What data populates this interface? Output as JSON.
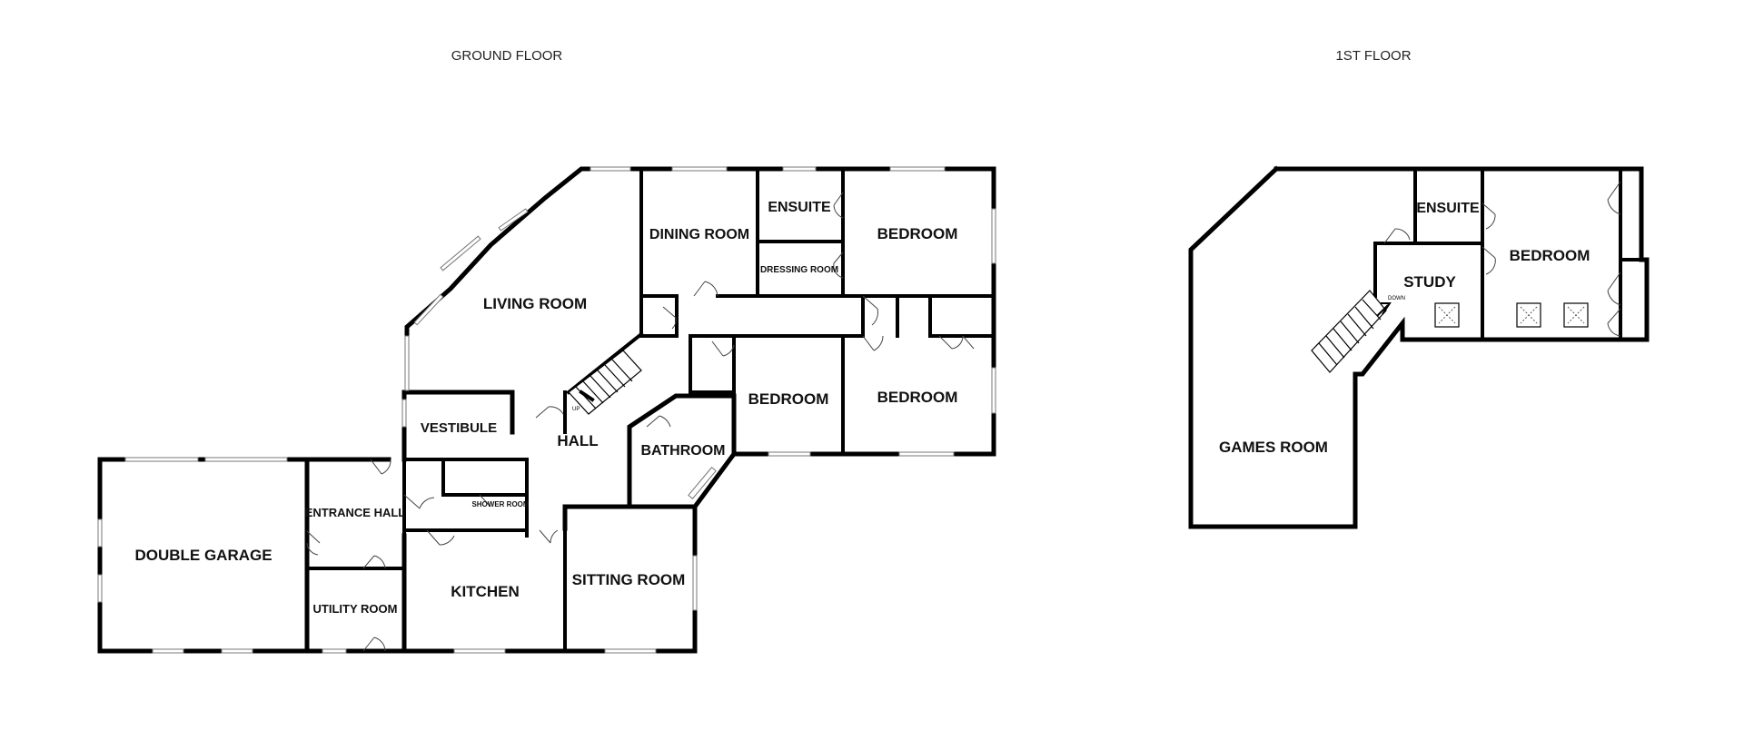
{
  "floors": [
    {
      "title": "GROUND FLOOR",
      "rooms": [
        {
          "label": "DOUBLE GARAGE"
        },
        {
          "label": "ENTRANCE HALL"
        },
        {
          "label": "UTILITY ROOM"
        },
        {
          "label": "VESTIBULE"
        },
        {
          "label": "SHOWER ROOM"
        },
        {
          "label": "KITCHEN"
        },
        {
          "label": "SITTING ROOM"
        },
        {
          "label": "HALL"
        },
        {
          "label": "BATHROOM"
        },
        {
          "label": "LIVING ROOM"
        },
        {
          "label": "DINING ROOM"
        },
        {
          "label": "ENSUITE"
        },
        {
          "label": "DRESSING ROOM"
        },
        {
          "label": "BEDROOM"
        },
        {
          "label": "BEDROOM"
        },
        {
          "label": "BEDROOM"
        }
      ],
      "stair_label": "UP"
    },
    {
      "title": "1ST FLOOR",
      "rooms": [
        {
          "label": "GAMES ROOM"
        },
        {
          "label": "STUDY"
        },
        {
          "label": "ENSUITE"
        },
        {
          "label": "BEDROOM"
        }
      ],
      "stair_label": "DOWN"
    }
  ]
}
